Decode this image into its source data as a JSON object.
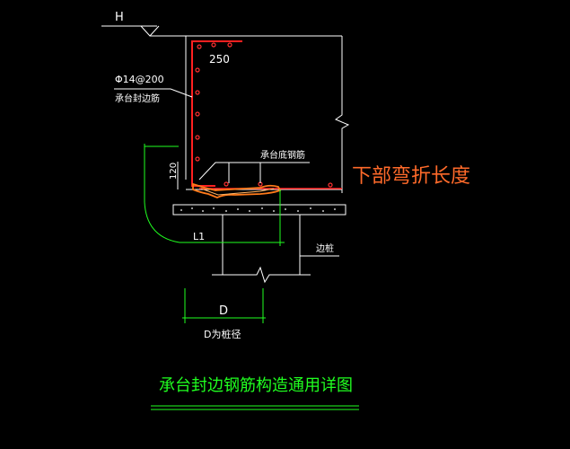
{
  "labels": {
    "elevation": "H",
    "cover_250": "250",
    "rebar_spec": "Φ14@200",
    "side_bar": "承台封边筋",
    "bottom_bar": "承台底钢筋",
    "dim_120": "120",
    "bend_note": "下部弯折长度",
    "l1": "L1",
    "pile": "边桩",
    "d": "D",
    "d_note": "D为桩径",
    "title": "承台封边钢筋构造通用详图"
  },
  "colors": {
    "background": "#000000",
    "structure": "#ffffff",
    "rebar": "#ff2020",
    "highlight": "#ff7a1a",
    "dimension": "#20ff20",
    "text": "#ffffff",
    "title": "#20ff20"
  }
}
